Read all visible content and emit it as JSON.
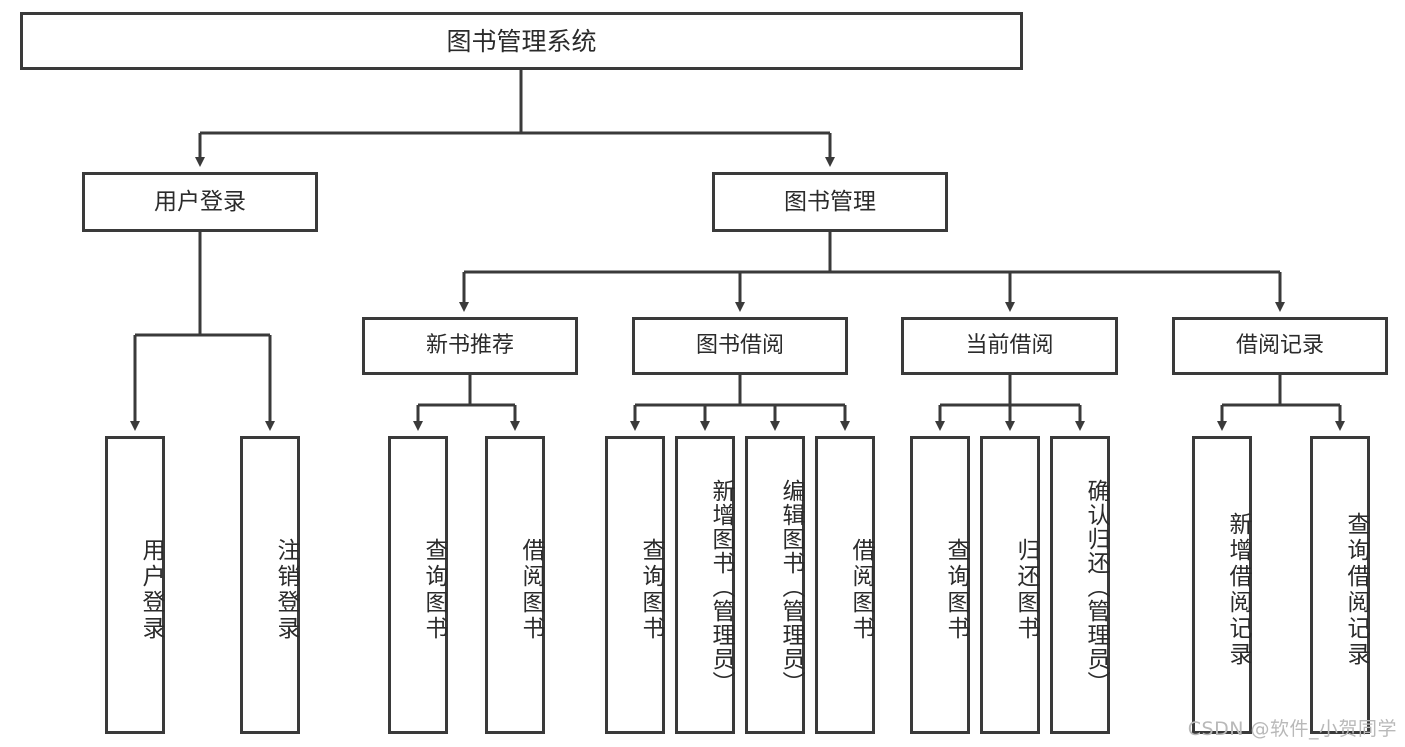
{
  "diagram": {
    "title": "图书管理系统",
    "type": "hierarchy-tree",
    "colors": {
      "border": "#3a3a3a",
      "background": "#ffffff",
      "text": "#2b2b2b",
      "connector": "#3a3a3a",
      "watermark": "#b9b9b9"
    },
    "root": {
      "label": "图书管理系统"
    },
    "level2": [
      {
        "label": "用户登录"
      },
      {
        "label": "图书管理"
      }
    ],
    "level3": [
      {
        "label": "新书推荐"
      },
      {
        "label": "图书借阅"
      },
      {
        "label": "当前借阅"
      },
      {
        "label": "借阅记录"
      }
    ],
    "leaves": {
      "user_login": [
        {
          "label": "用户登录"
        },
        {
          "label": "注销登录"
        }
      ],
      "new_book_recommend": [
        {
          "label": "查询图书"
        },
        {
          "label": "借阅图书"
        }
      ],
      "book_borrow": [
        {
          "label": "查询图书"
        },
        {
          "label": "新增图书（管理员）"
        },
        {
          "label": "编辑图书（管理员）"
        },
        {
          "label": "借阅图书"
        }
      ],
      "current_borrow": [
        {
          "label": "查询图书"
        },
        {
          "label": "归还图书"
        },
        {
          "label": "确认归还（管理员）"
        }
      ],
      "borrow_record": [
        {
          "label": "新增借阅记录"
        },
        {
          "label": "查询借阅记录"
        }
      ]
    }
  },
  "watermark": {
    "text": "CSDN @软件_小贺同学"
  }
}
